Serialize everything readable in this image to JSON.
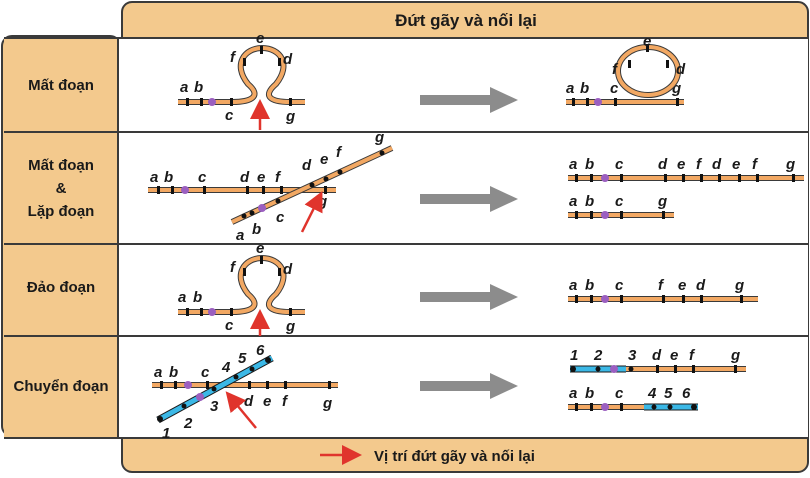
{
  "title": "Đứt gãy và nối lại",
  "legend": "Vị trí đứt gãy và nối lại",
  "rows": [
    {
      "label": "Mất đoạn",
      "before": {
        "chromosome": [
          "a",
          "b",
          "c",
          "d",
          "e",
          "f",
          "g"
        ]
      },
      "after": {
        "chromosome": [
          "a",
          "b",
          "c",
          "g"
        ],
        "loop": [
          "d",
          "e",
          "f"
        ]
      }
    },
    {
      "label_lines": [
        "Mất đoạn",
        "&",
        "Lặp đoạn"
      ],
      "before": {
        "chromosome_1": [
          "a",
          "b",
          "c",
          "d",
          "e",
          "f",
          "g"
        ],
        "chromosome_2": [
          "a",
          "b",
          "c",
          "d",
          "e",
          "f",
          "g"
        ]
      },
      "after": {
        "chromosome_1": [
          "a",
          "b",
          "c",
          "d",
          "e",
          "f",
          "d",
          "e",
          "f",
          "g"
        ],
        "chromosome_2": [
          "a",
          "b",
          "c",
          "g"
        ]
      }
    },
    {
      "label": "Đảo đoạn",
      "before": {
        "chromosome": [
          "a",
          "b",
          "c",
          "d",
          "e",
          "f",
          "g"
        ]
      },
      "after": {
        "chromosome": [
          "a",
          "b",
          "c",
          "f",
          "e",
          "d",
          "g"
        ]
      }
    },
    {
      "label": "Chuyển đoạn",
      "before": {
        "chromosome_1": [
          "a",
          "b",
          "c",
          "d",
          "e",
          "f",
          "g"
        ],
        "chromosome_2": [
          "1",
          "2",
          "3",
          "4",
          "5",
          "6"
        ]
      },
      "after": {
        "chromosome_1": [
          "1",
          "2",
          "3",
          "d",
          "e",
          "f",
          "g"
        ],
        "chromosome_2": [
          "a",
          "b",
          "c",
          "4",
          "5",
          "6"
        ]
      }
    }
  ],
  "colors": {
    "frame": "#f3c98d",
    "border": "#3a3a3a",
    "chromosome": "#f2a863",
    "chromosome2": "#3bb8e6",
    "centromere": "#9b5fc0",
    "arrow": "#8c8c8c",
    "break_arrow": "#e0342c"
  }
}
